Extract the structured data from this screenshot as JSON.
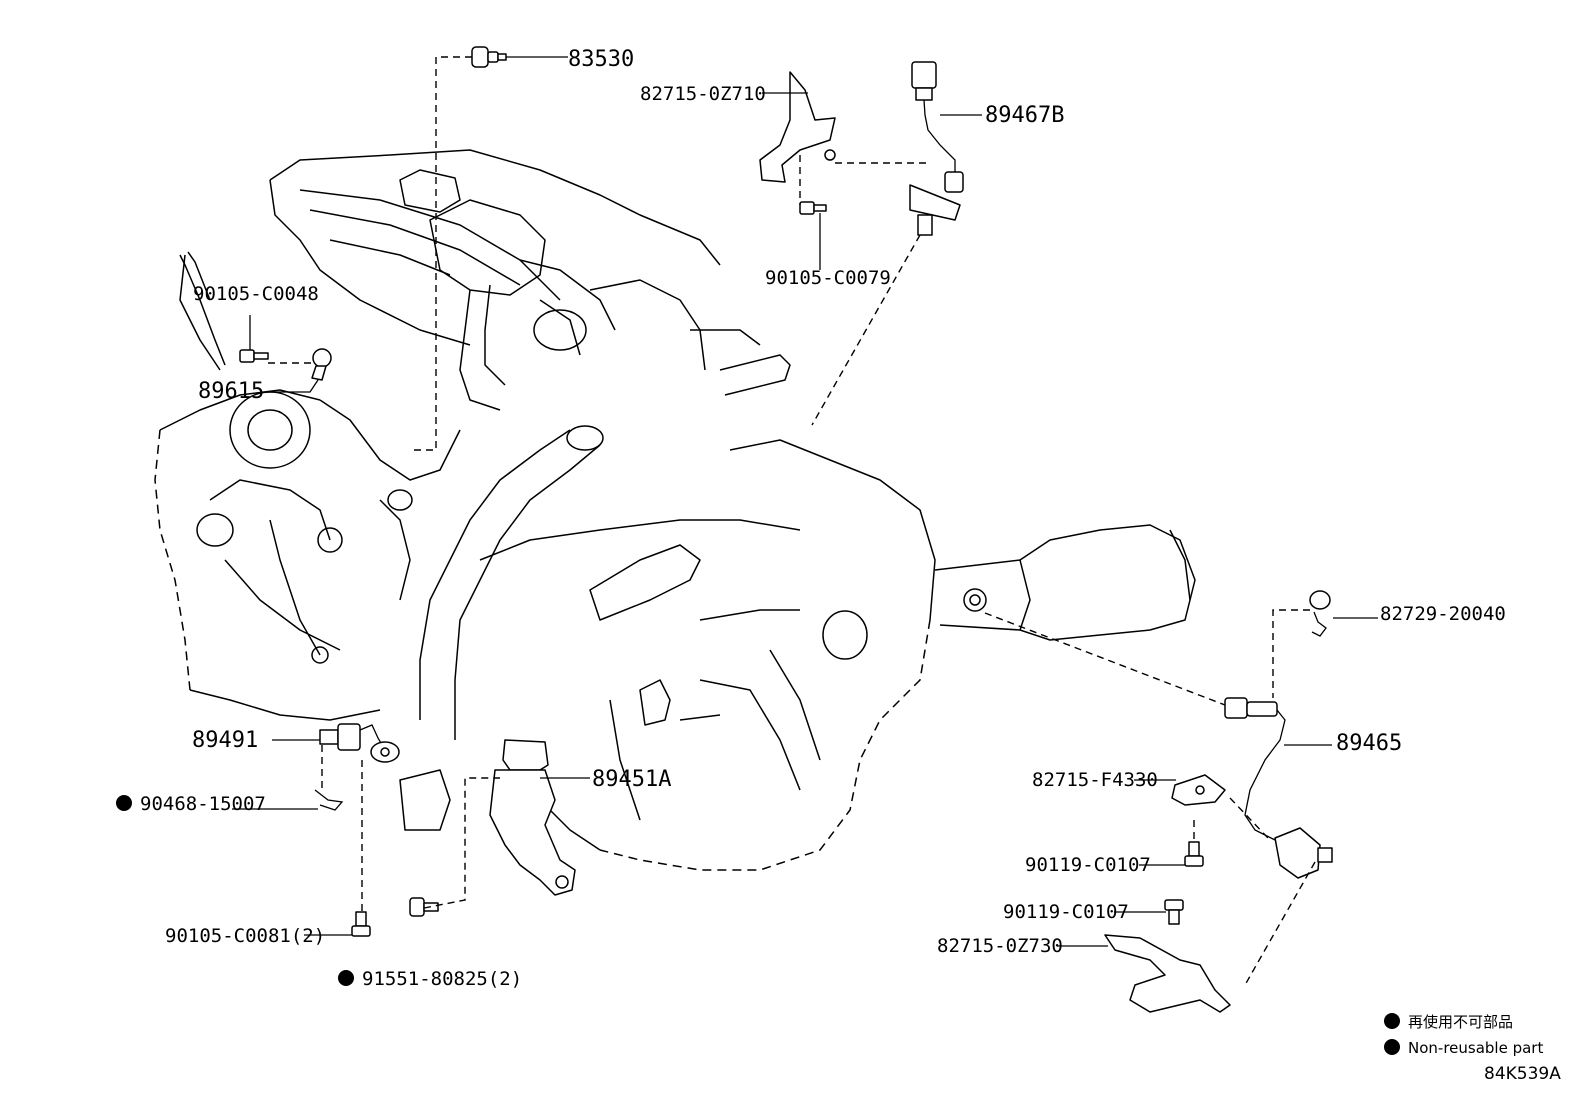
{
  "parts": {
    "p83530": "83530",
    "p82715_0Z710": "82715-0Z710",
    "p89467B": "89467B",
    "p90105_C0079": "90105-C0079",
    "p90105_C0048": "90105-C0048",
    "p89615": "89615",
    "p82729_20040": "82729-20040",
    "p89465": "89465",
    "p89491": "89491",
    "p90468_15007": "90468-15007",
    "p89451A": "89451A",
    "p82715_F4330": "82715-F4330",
    "p90119_C0107_a": "90119-C0107",
    "p90119_C0107_b": "90119-C0107",
    "p82715_0Z730": "82715-0Z730",
    "p90105_C0081": "90105-C0081(2)",
    "p91551_80825": "91551-80825(2)"
  },
  "legend": {
    "jp": "再使用不可部品",
    "en": "Non-reusable part"
  },
  "diagram_code": "84K539A"
}
